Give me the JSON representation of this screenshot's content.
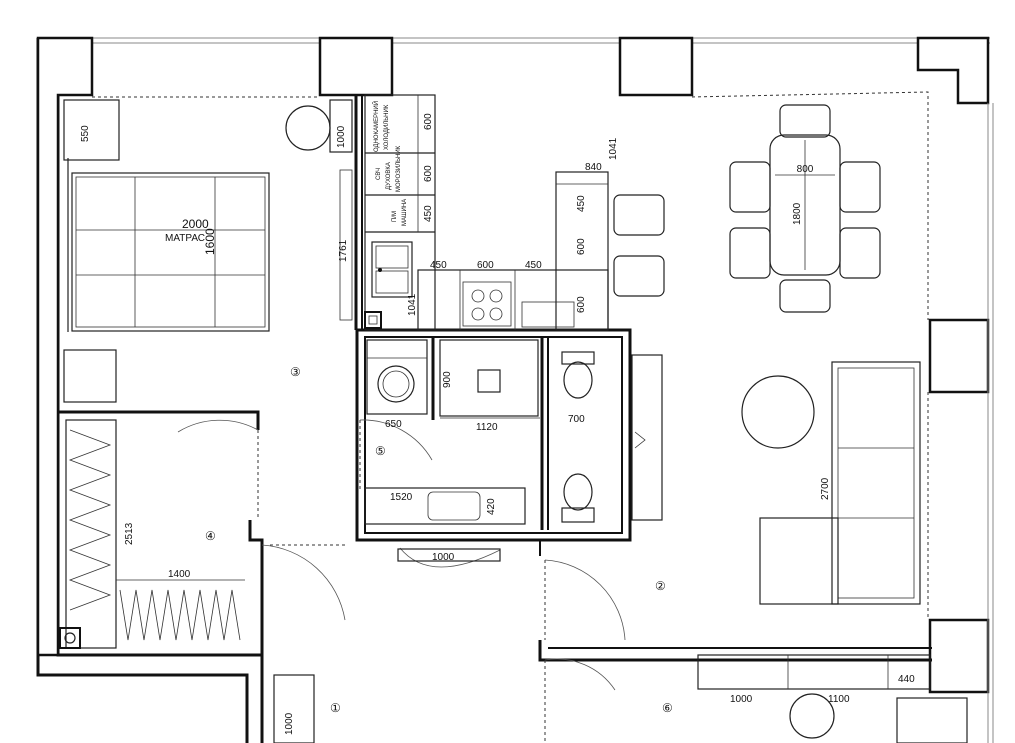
{
  "bed": {
    "length": "2000",
    "width": "1600",
    "label": "МАТРАС",
    "nightstand": "550"
  },
  "bedroom_door_panel": "1000",
  "wardrobe_door": "1761",
  "kitchen": {
    "fridge_width": "600",
    "fridge_label_line1": "ОДНОКАМЕРНИЙ",
    "fridge_label_line2": "ХОЛОДИЛЬНИК",
    "oven_width": "600",
    "oven_label_line1": "СВЧ",
    "oven_label_line2": "ДУХОВКА",
    "oven_label_line3": "МОРОЗИЛЬНИК",
    "dishwasher_width": "450",
    "dishwasher_label_line1": "П/М",
    "dishwasher_label_line2": "МАШИНА",
    "counter_a": "450",
    "counter_b": "600",
    "counter_c": "450",
    "island_top": "840",
    "island_a": "450",
    "island_b": "600",
    "island_c": "600",
    "run_length_side": "1041",
    "run_length_top": "1041"
  },
  "dining": {
    "table_width": "800",
    "table_length": "1800"
  },
  "sofa_length": "2700",
  "laundry_width": "650",
  "shower": {
    "width": "1120",
    "depth": "900"
  },
  "wc_width": "700",
  "vanity": {
    "width": "1520",
    "depth": "420"
  },
  "hall_bench": "1000",
  "wardrobe": {
    "length": "2513",
    "depth": "1400"
  },
  "entry_bench": "1000",
  "hall_cabinets": {
    "a": "1000",
    "b": "1100",
    "c": "440"
  },
  "rooms": [
    "①",
    "②",
    "③",
    "④",
    "⑤",
    "⑥"
  ]
}
